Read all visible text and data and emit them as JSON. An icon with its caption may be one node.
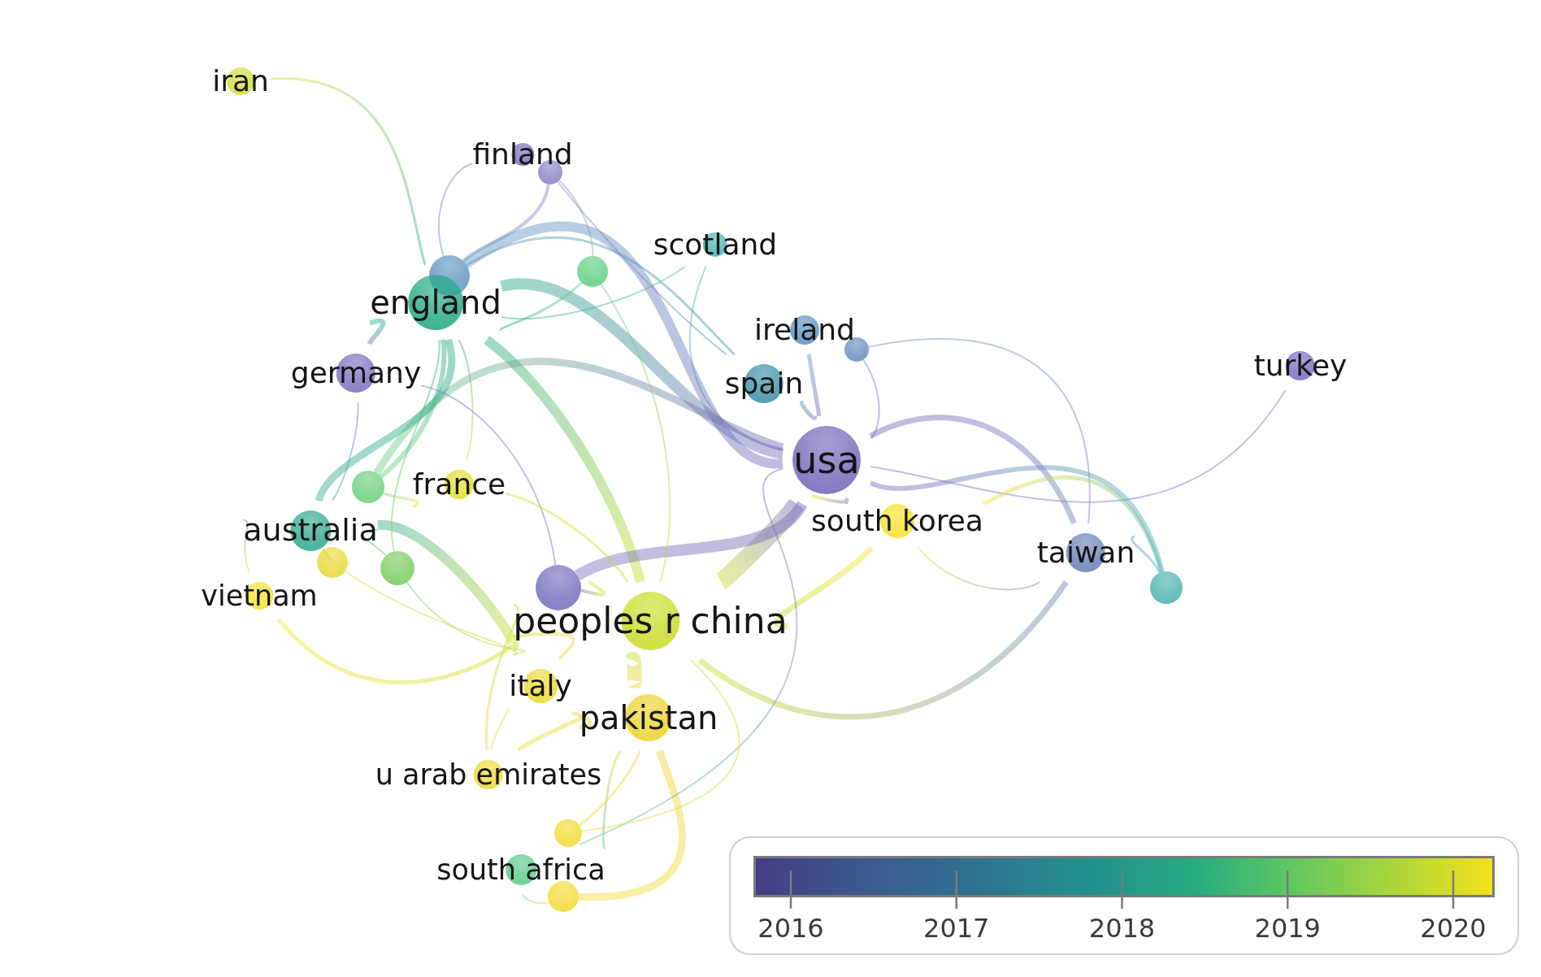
{
  "diagram": {
    "nodes": [
      {
        "text": [
          "iran"
        ]
      },
      {
        "text": [
          "finland"
        ]
      },
      {
        "text": [],
        "shape": "circle"
      },
      {
        "text": [
          "scotland"
        ]
      },
      {
        "text": [],
        "shape": "circle"
      },
      {
        "text": [],
        "shape": "circle"
      },
      {
        "text": [
          "england"
        ]
      },
      {
        "text": [
          "ireland"
        ]
      },
      {
        "text": [],
        "shape": "circle"
      },
      {
        "text": [
          "turkey"
        ]
      },
      {
        "text": [
          "germany"
        ]
      },
      {
        "text": [
          "spain"
        ]
      },
      {
        "text": [
          "usa"
        ]
      },
      {
        "text": [
          "france"
        ]
      },
      {
        "text": [],
        "shape": "circle"
      },
      {
        "text": [
          "australia"
        ]
      },
      {
        "text": [
          "south korea"
        ]
      },
      {
        "text": [
          "taiwan"
        ]
      },
      {
        "text": [],
        "shape": "circle"
      },
      {
        "text": [],
        "shape": "circle"
      },
      {
        "text": [],
        "shape": "circle"
      },
      {
        "text": [
          "vietnam"
        ]
      },
      {
        "text": [],
        "shape": "circle"
      },
      {
        "text": [
          "peoples r china"
        ]
      },
      {
        "text": [
          "italy"
        ]
      },
      {
        "text": [
          "pakistan"
        ]
      },
      {
        "text": [
          "u arab emirates"
        ]
      },
      {
        "text": [],
        "shape": "circle"
      },
      {
        "text": [
          "south africa"
        ]
      },
      {
        "text": [],
        "shape": "circle"
      }
    ],
    "edges": [
      {
        "from": 0,
        "to": 6,
        "arrow": "none"
      },
      {
        "from": 1,
        "to": 5,
        "arrow": "none"
      },
      {
        "from": 2,
        "to": 5,
        "arrow": "none"
      },
      {
        "from": 2,
        "to": 4,
        "arrow": "none"
      },
      {
        "from": 2,
        "to": 11,
        "arrow": "none"
      },
      {
        "from": 5,
        "to": 12,
        "arrow": "none",
        "style": "thick"
      },
      {
        "from": 6,
        "to": 12,
        "arrow": "none",
        "style": "thick"
      },
      {
        "from": 6,
        "to": 23,
        "arrow": "none",
        "style": "thick"
      },
      {
        "from": 15,
        "to": 23,
        "arrow": "none",
        "style": "thick"
      },
      {
        "from": 12,
        "to": 23,
        "arrow": "none",
        "style": "thick"
      },
      {
        "from": 22,
        "to": 12,
        "arrow": "none",
        "style": "thick"
      },
      {
        "from": 14,
        "to": 12,
        "arrow": "none",
        "style": "thick"
      },
      {
        "from": 15,
        "to": 19,
        "arrow": "none"
      },
      {
        "from": 12,
        "to": 17,
        "arrow": "none",
        "style": "thick"
      },
      {
        "from": 12,
        "to": 9,
        "arrow": "none"
      },
      {
        "from": 8,
        "to": 17,
        "arrow": "none"
      },
      {
        "from": 8,
        "to": 12,
        "arrow": "none"
      },
      {
        "from": 16,
        "to": 20,
        "arrow": "none"
      },
      {
        "from": 12,
        "to": 20,
        "arrow": "none",
        "style": "thick"
      },
      {
        "from": 23,
        "to": 17,
        "arrow": "none",
        "style": "thick"
      },
      {
        "from": 17,
        "to": 20,
        "arrow": "none"
      },
      {
        "from": 16,
        "to": 17,
        "arrow": "none"
      },
      {
        "from": 23,
        "to": 25,
        "arrow": "none",
        "style": "thick"
      },
      {
        "from": 25,
        "to": 29,
        "arrow": "none",
        "style": "thick"
      },
      {
        "from": 21,
        "to": 23,
        "arrow": "none"
      },
      {
        "from": 21,
        "to": 15,
        "arrow": "none"
      },
      {
        "from": 6,
        "to": 15,
        "arrow": "none",
        "style": "thick"
      },
      {
        "from": 6,
        "to": 10,
        "arrow": "none",
        "style": "thick"
      },
      {
        "from": 6,
        "to": 14,
        "arrow": "none",
        "style": "thick"
      },
      {
        "from": 10,
        "to": 22,
        "arrow": "none"
      },
      {
        "from": 11,
        "to": 12,
        "arrow": "none"
      },
      {
        "from": 7,
        "to": 12,
        "arrow": "none"
      },
      {
        "from": 3,
        "to": 6,
        "arrow": "none"
      },
      {
        "from": 3,
        "to": 12,
        "arrow": "none"
      },
      {
        "from": 4,
        "to": 6,
        "arrow": "none"
      },
      {
        "from": 4,
        "to": 23,
        "arrow": "none"
      },
      {
        "from": 13,
        "to": 23,
        "arrow": "none"
      },
      {
        "from": 13,
        "to": 6,
        "arrow": "none"
      },
      {
        "from": 24,
        "to": 23,
        "arrow": "none"
      },
      {
        "from": 24,
        "to": 25,
        "arrow": "none"
      },
      {
        "from": 26,
        "to": 25,
        "arrow": "none"
      },
      {
        "from": 26,
        "to": 23,
        "arrow": "none"
      },
      {
        "from": 28,
        "to": 25,
        "arrow": "none"
      },
      {
        "from": 28,
        "to": 29,
        "arrow": "none"
      },
      {
        "from": 27,
        "to": 25,
        "arrow": "none"
      },
      {
        "from": 16,
        "to": 23,
        "arrow": "none",
        "style": "thick"
      },
      {
        "from": 16,
        "to": 12,
        "arrow": "none"
      },
      {
        "from": 18,
        "to": 15,
        "arrow": "none"
      },
      {
        "from": 18,
        "to": 23,
        "arrow": "none"
      },
      {
        "from": 19,
        "to": 23,
        "arrow": "none"
      },
      {
        "from": 19,
        "to": 6,
        "arrow": "none"
      },
      {
        "from": 28,
        "to": 12,
        "arrow": "none"
      },
      {
        "from": 26,
        "to": 24,
        "arrow": "none"
      },
      {
        "from": 22,
        "to": 23,
        "arrow": "none"
      },
      {
        "from": 13,
        "to": 14,
        "arrow": "none"
      },
      {
        "from": 5,
        "to": 11,
        "arrow": "none"
      },
      {
        "from": 10,
        "to": 15,
        "arrow": "none"
      },
      {
        "from": 27,
        "to": 23,
        "arrow": "none"
      }
    ],
    "labels": [
      "2016",
      "2017",
      "2018",
      "2019",
      "2020"
    ]
  }
}
